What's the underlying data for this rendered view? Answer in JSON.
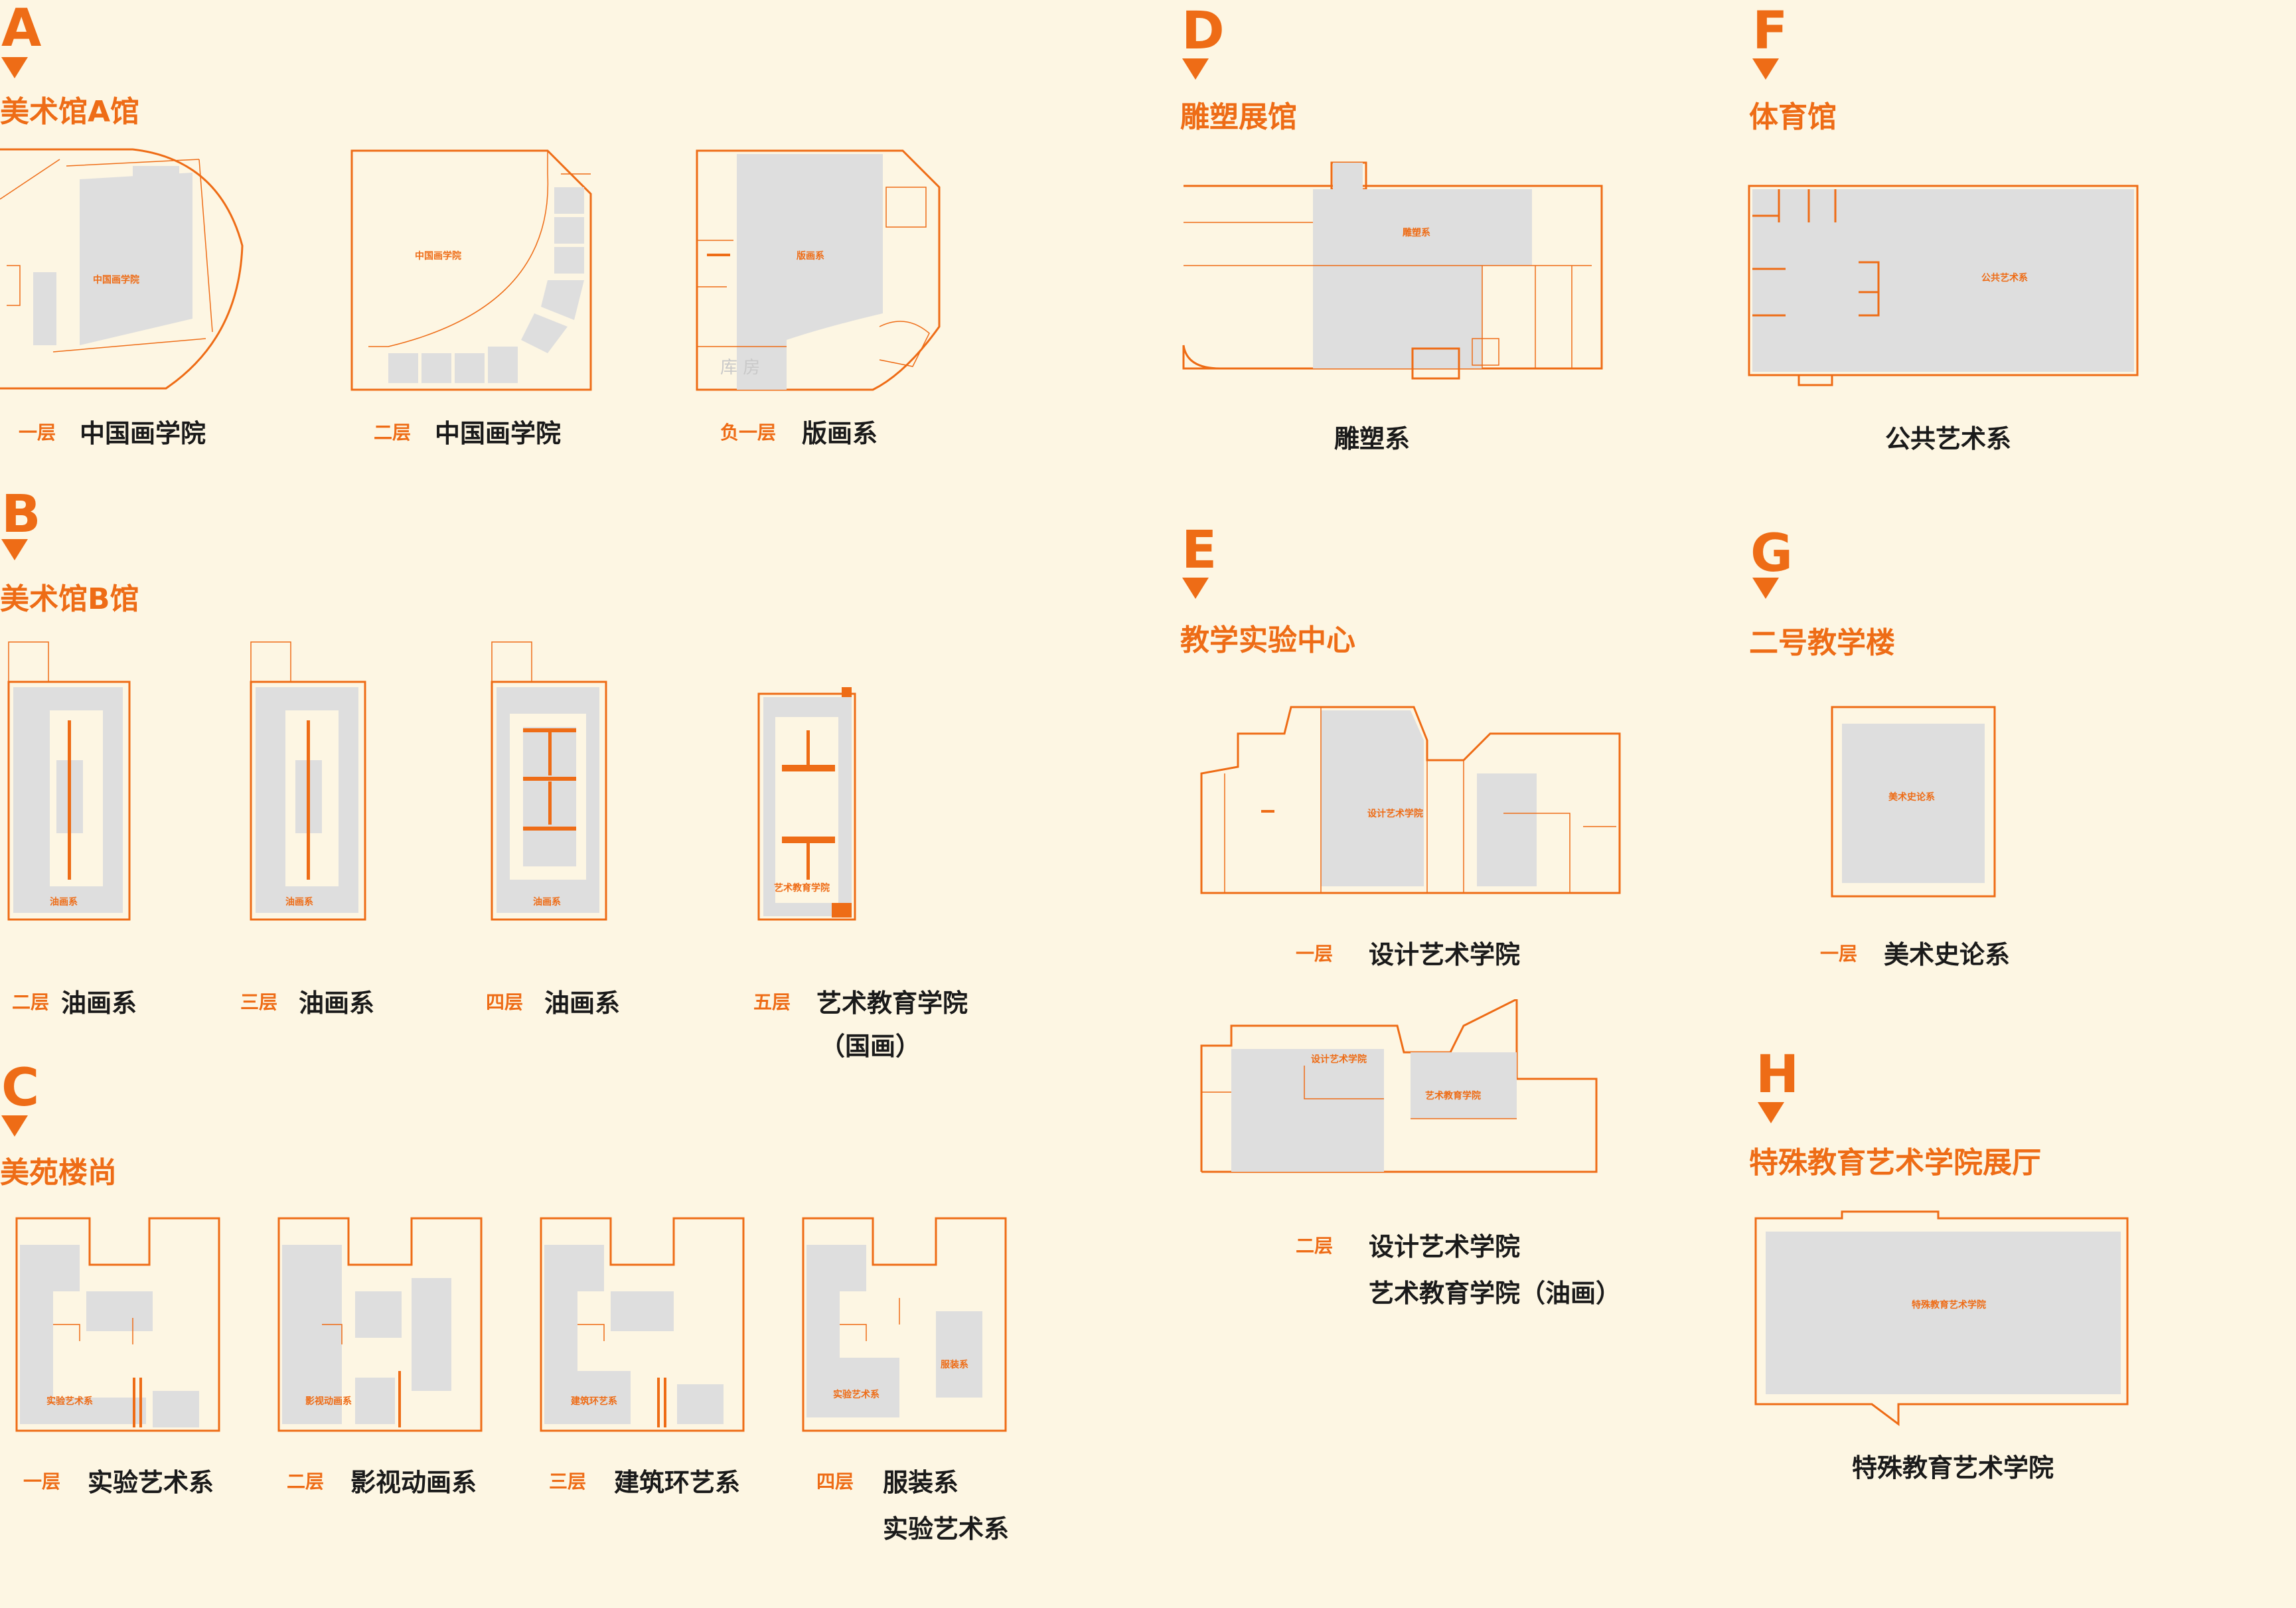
{
  "sections": {
    "A": {
      "letter": "A",
      "title": "美术馆A馆",
      "plans": [
        {
          "floor": "一层",
          "dept": "中国画学院",
          "room": "中国画学院"
        },
        {
          "floor": "二层",
          "dept": "中国画学院",
          "room": "中国画学院"
        },
        {
          "floor": "负一层",
          "dept": "版画系",
          "room": "版画系",
          "storage": "库 房"
        }
      ]
    },
    "B": {
      "letter": "B",
      "title": "美术馆B馆",
      "plans": [
        {
          "floor": "二层",
          "dept": "油画系",
          "room": "油画系"
        },
        {
          "floor": "三层",
          "dept": "油画系",
          "room": "油画系"
        },
        {
          "floor": "四层",
          "dept": "油画系",
          "room": "油画系"
        },
        {
          "floor": "五层",
          "dept": "艺术教育学院",
          "dept2": "（国画）",
          "room": "艺术教育学院"
        }
      ]
    },
    "C": {
      "letter": "C",
      "title": "美苑楼尚",
      "plans": [
        {
          "floor": "一层",
          "dept": "实验艺术系",
          "room": "实验艺术系"
        },
        {
          "floor": "二层",
          "dept": "影视动画系",
          "room": "影视动画系"
        },
        {
          "floor": "三层",
          "dept": "建筑环艺系",
          "room": "建筑环艺系"
        },
        {
          "floor": "四层",
          "dept": "服装系",
          "dept2": "实验艺术系",
          "room": "实验艺术系",
          "room2": "服装系"
        }
      ]
    },
    "D": {
      "letter": "D",
      "title": "雕塑展馆",
      "plans": [
        {
          "dept": "雕塑系",
          "room": "雕塑系"
        }
      ]
    },
    "E": {
      "letter": "E",
      "title": "教学实验中心",
      "plans": [
        {
          "floor": "一层",
          "dept": "设计艺术学院",
          "room": "设计艺术学院"
        },
        {
          "floor": "二层",
          "dept": "设计艺术学院",
          "dept2": "艺术教育学院（油画）",
          "room": "设计艺术学院",
          "room2": "艺术教育学院"
        }
      ]
    },
    "F": {
      "letter": "F",
      "title": "体育馆",
      "plans": [
        {
          "dept": "公共艺术系",
          "room": "公共艺术系"
        }
      ]
    },
    "G": {
      "letter": "G",
      "title": "二号教学楼",
      "plans": [
        {
          "floor": "一层",
          "dept": "美术史论系",
          "room": "美术史论系"
        }
      ]
    },
    "H": {
      "letter": "H",
      "title": "特殊教育艺术学院展厅",
      "plans": [
        {
          "dept": "特殊教育艺术学院",
          "room": "特殊教育艺术学院"
        }
      ]
    }
  },
  "colors": {
    "accent": "#ee6c16",
    "background": "#fdf6e3",
    "room_fill": "#dedede",
    "text": "#1a1a1a"
  }
}
